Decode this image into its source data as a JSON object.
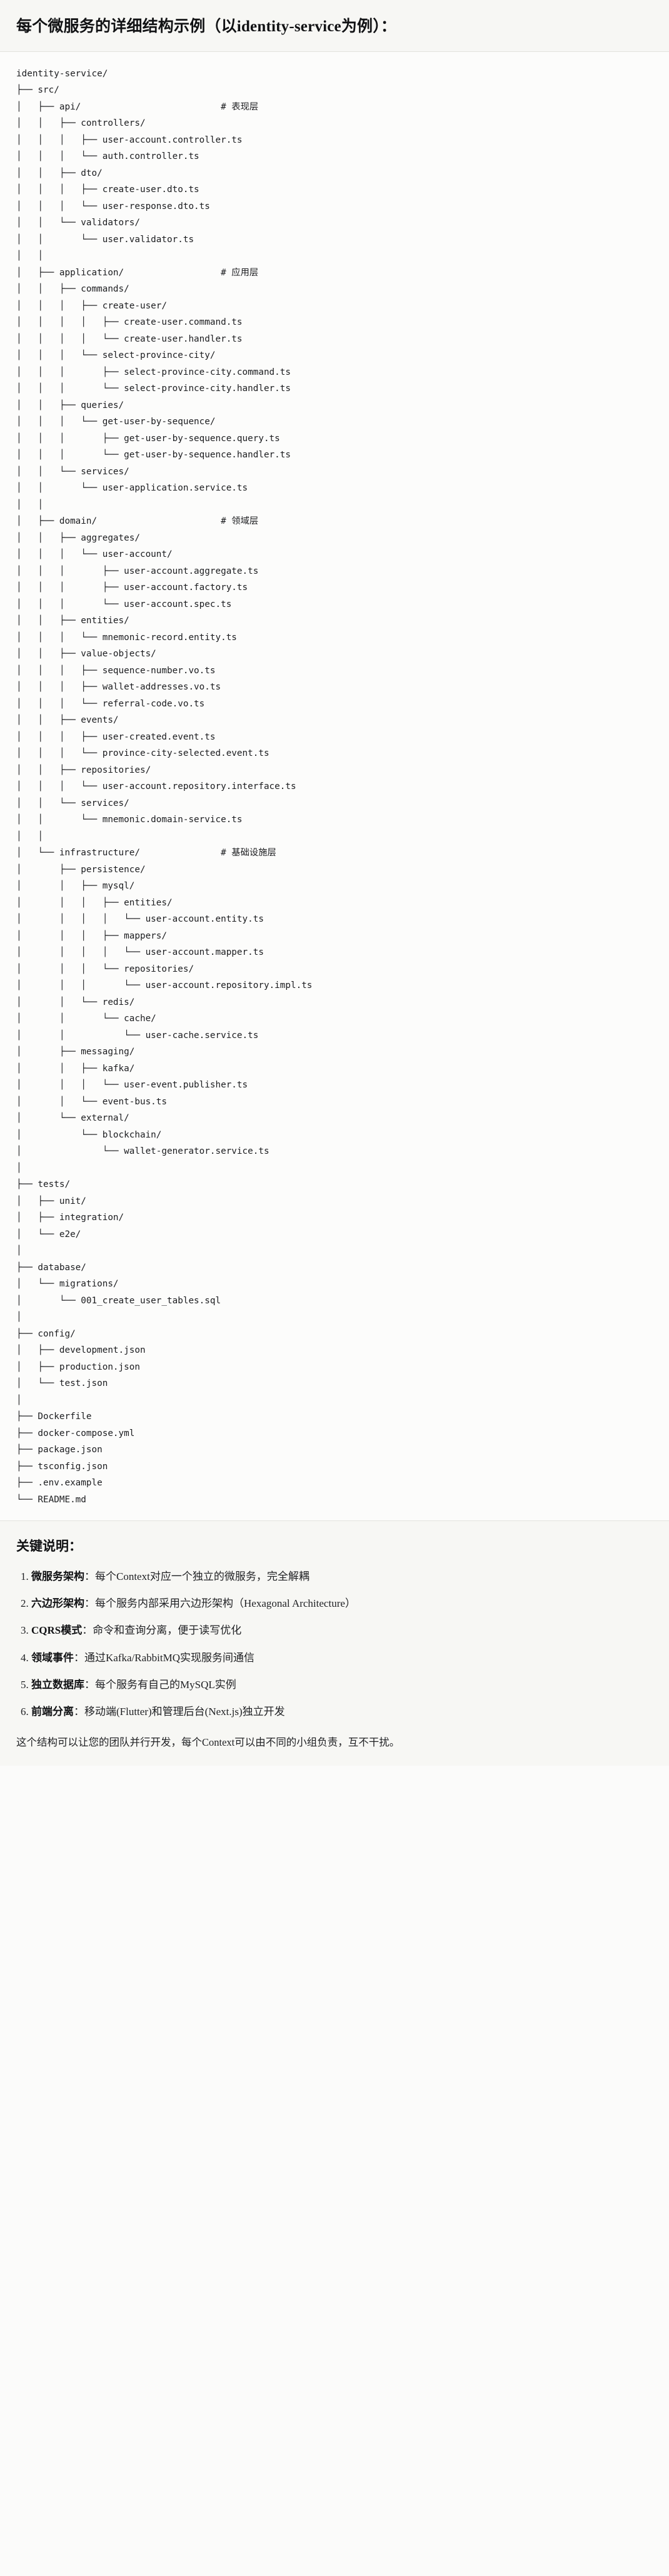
{
  "document": {
    "title": "每个微服务的详细结构示例（以identity-service为例）：",
    "tree_root": "identity-service/",
    "tree_lines": [
      "identity-service/",
      "├── src/",
      "│   ├── api/                          # 表现层",
      "│   │   ├── controllers/",
      "│   │   │   ├── user-account.controller.ts",
      "│   │   │   └── auth.controller.ts",
      "│   │   ├── dto/",
      "│   │   │   ├── create-user.dto.ts",
      "│   │   │   └── user-response.dto.ts",
      "│   │   └── validators/",
      "│   │       └── user.validator.ts",
      "│   │",
      "│   ├── application/                  # 应用层",
      "│   │   ├── commands/",
      "│   │   │   ├── create-user/",
      "│   │   │   │   ├── create-user.command.ts",
      "│   │   │   │   └── create-user.handler.ts",
      "│   │   │   └── select-province-city/",
      "│   │   │       ├── select-province-city.command.ts",
      "│   │   │       └── select-province-city.handler.ts",
      "│   │   ├── queries/",
      "│   │   │   └── get-user-by-sequence/",
      "│   │   │       ├── get-user-by-sequence.query.ts",
      "│   │   │       └── get-user-by-sequence.handler.ts",
      "│   │   └── services/",
      "│   │       └── user-application.service.ts",
      "│   │",
      "│   ├── domain/                       # 领域层",
      "│   │   ├── aggregates/",
      "│   │   │   └── user-account/",
      "│   │   │       ├── user-account.aggregate.ts",
      "│   │   │       ├── user-account.factory.ts",
      "│   │   │       └── user-account.spec.ts",
      "│   │   ├── entities/",
      "│   │   │   └── mnemonic-record.entity.ts",
      "│   │   ├── value-objects/",
      "│   │   │   ├── sequence-number.vo.ts",
      "│   │   │   ├── wallet-addresses.vo.ts",
      "│   │   │   └── referral-code.vo.ts",
      "│   │   ├── events/",
      "│   │   │   ├── user-created.event.ts",
      "│   │   │   └── province-city-selected.event.ts",
      "│   │   ├── repositories/",
      "│   │   │   └── user-account.repository.interface.ts",
      "│   │   └── services/",
      "│   │       └── mnemonic.domain-service.ts",
      "│   │",
      "│   └── infrastructure/               # 基础设施层",
      "│       ├── persistence/",
      "│       │   ├── mysql/",
      "│       │   │   ├── entities/",
      "│       │   │   │   └── user-account.entity.ts",
      "│       │   │   ├── mappers/",
      "│       │   │   │   └── user-account.mapper.ts",
      "│       │   │   └── repositories/",
      "│       │   │       └── user-account.repository.impl.ts",
      "│       │   └── redis/",
      "│       │       └── cache/",
      "│       │           └── user-cache.service.ts",
      "│       ├── messaging/",
      "│       │   ├── kafka/",
      "│       │   │   └── user-event.publisher.ts",
      "│       │   └── event-bus.ts",
      "│       └── external/",
      "│           └── blockchain/",
      "│               └── wallet-generator.service.ts",
      "│",
      "├── tests/",
      "│   ├── unit/",
      "│   ├── integration/",
      "│   └── e2e/",
      "│",
      "├── database/",
      "│   └── migrations/",
      "│       └── 001_create_user_tables.sql",
      "│",
      "├── config/",
      "│   ├── development.json",
      "│   ├── production.json",
      "│   └── test.json",
      "│",
      "├── Dockerfile",
      "├── docker-compose.yml",
      "├── package.json",
      "├── tsconfig.json",
      "├── .env.example",
      "└── README.md"
    ]
  },
  "notes": {
    "heading": "关键说明：",
    "items": [
      {
        "term": "微服务架构",
        "desc": "：每个Context对应一个独立的微服务，完全解耦"
      },
      {
        "term": "六边形架构",
        "desc": "：每个服务内部采用六边形架构（Hexagonal Architecture）"
      },
      {
        "term": "CQRS模式",
        "desc": "：命令和查询分离，便于读写优化"
      },
      {
        "term": "领域事件",
        "desc": "：通过Kafka/RabbitMQ实现服务间通信"
      },
      {
        "term": "独立数据库",
        "desc": "：每个服务有自己的MySQL实例"
      },
      {
        "term": "前端分离",
        "desc": "：移动端(Flutter)和管理后台(Next.js)独立开发"
      }
    ],
    "closing": "这个结构可以让您的团队并行开发，每个Context可以由不同的小组负责，互不干扰。"
  },
  "colors": {
    "page_background": "#fbfbfa",
    "title_background": "#f7f7f4",
    "code_background": "#fcfcfb",
    "text": "#1f2023",
    "border": "#e3e3de"
  }
}
